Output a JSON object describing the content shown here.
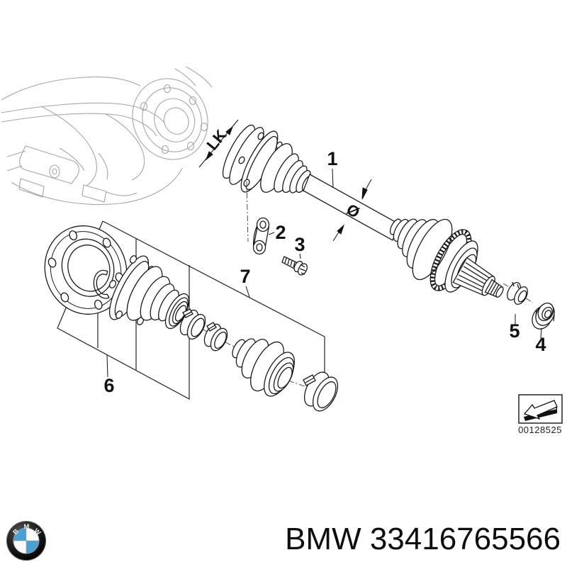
{
  "diagram": {
    "callouts": [
      {
        "label": "1"
      },
      {
        "label": "2"
      },
      {
        "label": "3"
      },
      {
        "label": "4"
      },
      {
        "label": "5"
      },
      {
        "label": "6"
      },
      {
        "label": "7"
      }
    ],
    "lk_label": "LK",
    "diameter_symbol": "Ø",
    "stamp_number": "00128525"
  },
  "footer": {
    "part_text": "BMW 33416765566",
    "brand_letters": [
      "B",
      "M",
      "W"
    ],
    "logo_blue": "#4b9fd1"
  }
}
